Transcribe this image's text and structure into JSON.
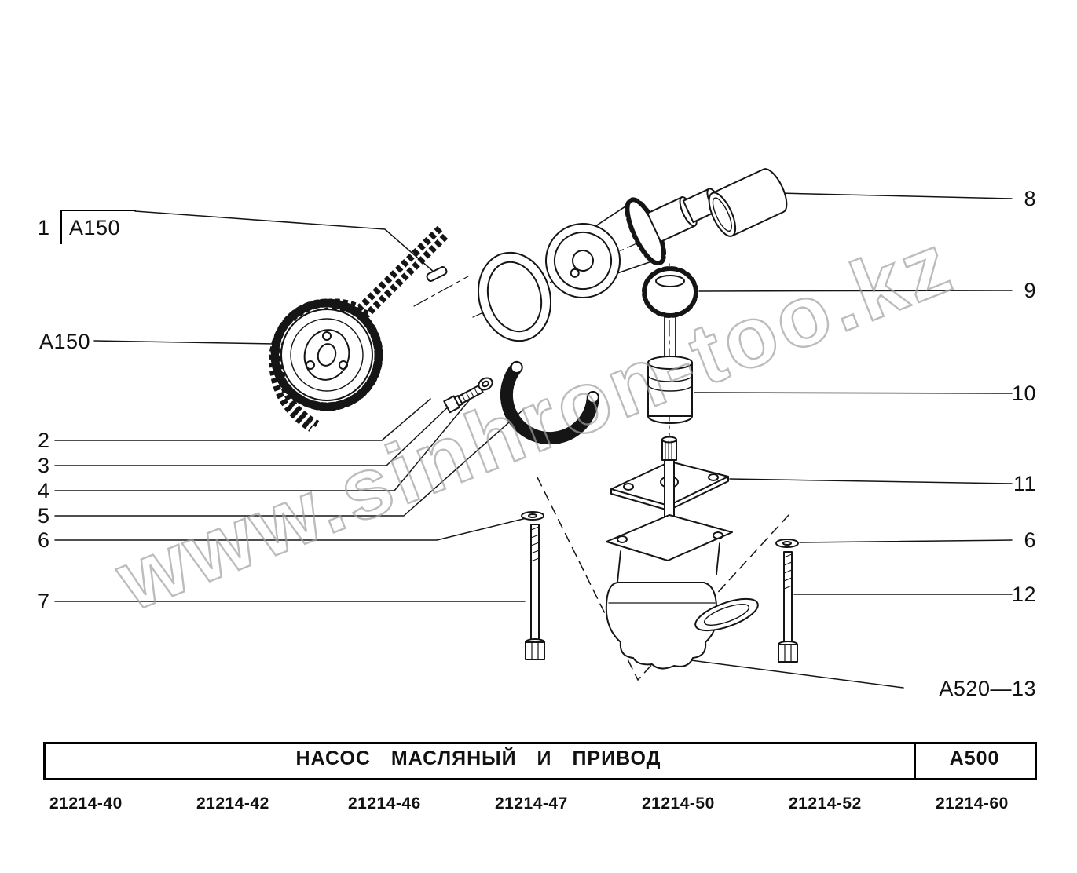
{
  "watermark": "www.sinhron-too.kz",
  "callouts": {
    "n1": "1",
    "n1_ref": "A150",
    "a150": "A150",
    "n2": "2",
    "n3": "3",
    "n4": "4",
    "n5": "5",
    "n6_left": "6",
    "n7": "7",
    "n8": "8",
    "n9": "9",
    "n10": "10",
    "n11": "11",
    "n6_right": "6",
    "n12": "12",
    "a520_13": "A520—13"
  },
  "table": {
    "title": "НАСОС МАСЛЯНЫЙ И ПРИВОД",
    "code": "A500",
    "models": [
      "21214-40",
      "21214-42",
      "21214-46",
      "21214-47",
      "21214-50",
      "21214-52",
      "21214-60"
    ]
  }
}
